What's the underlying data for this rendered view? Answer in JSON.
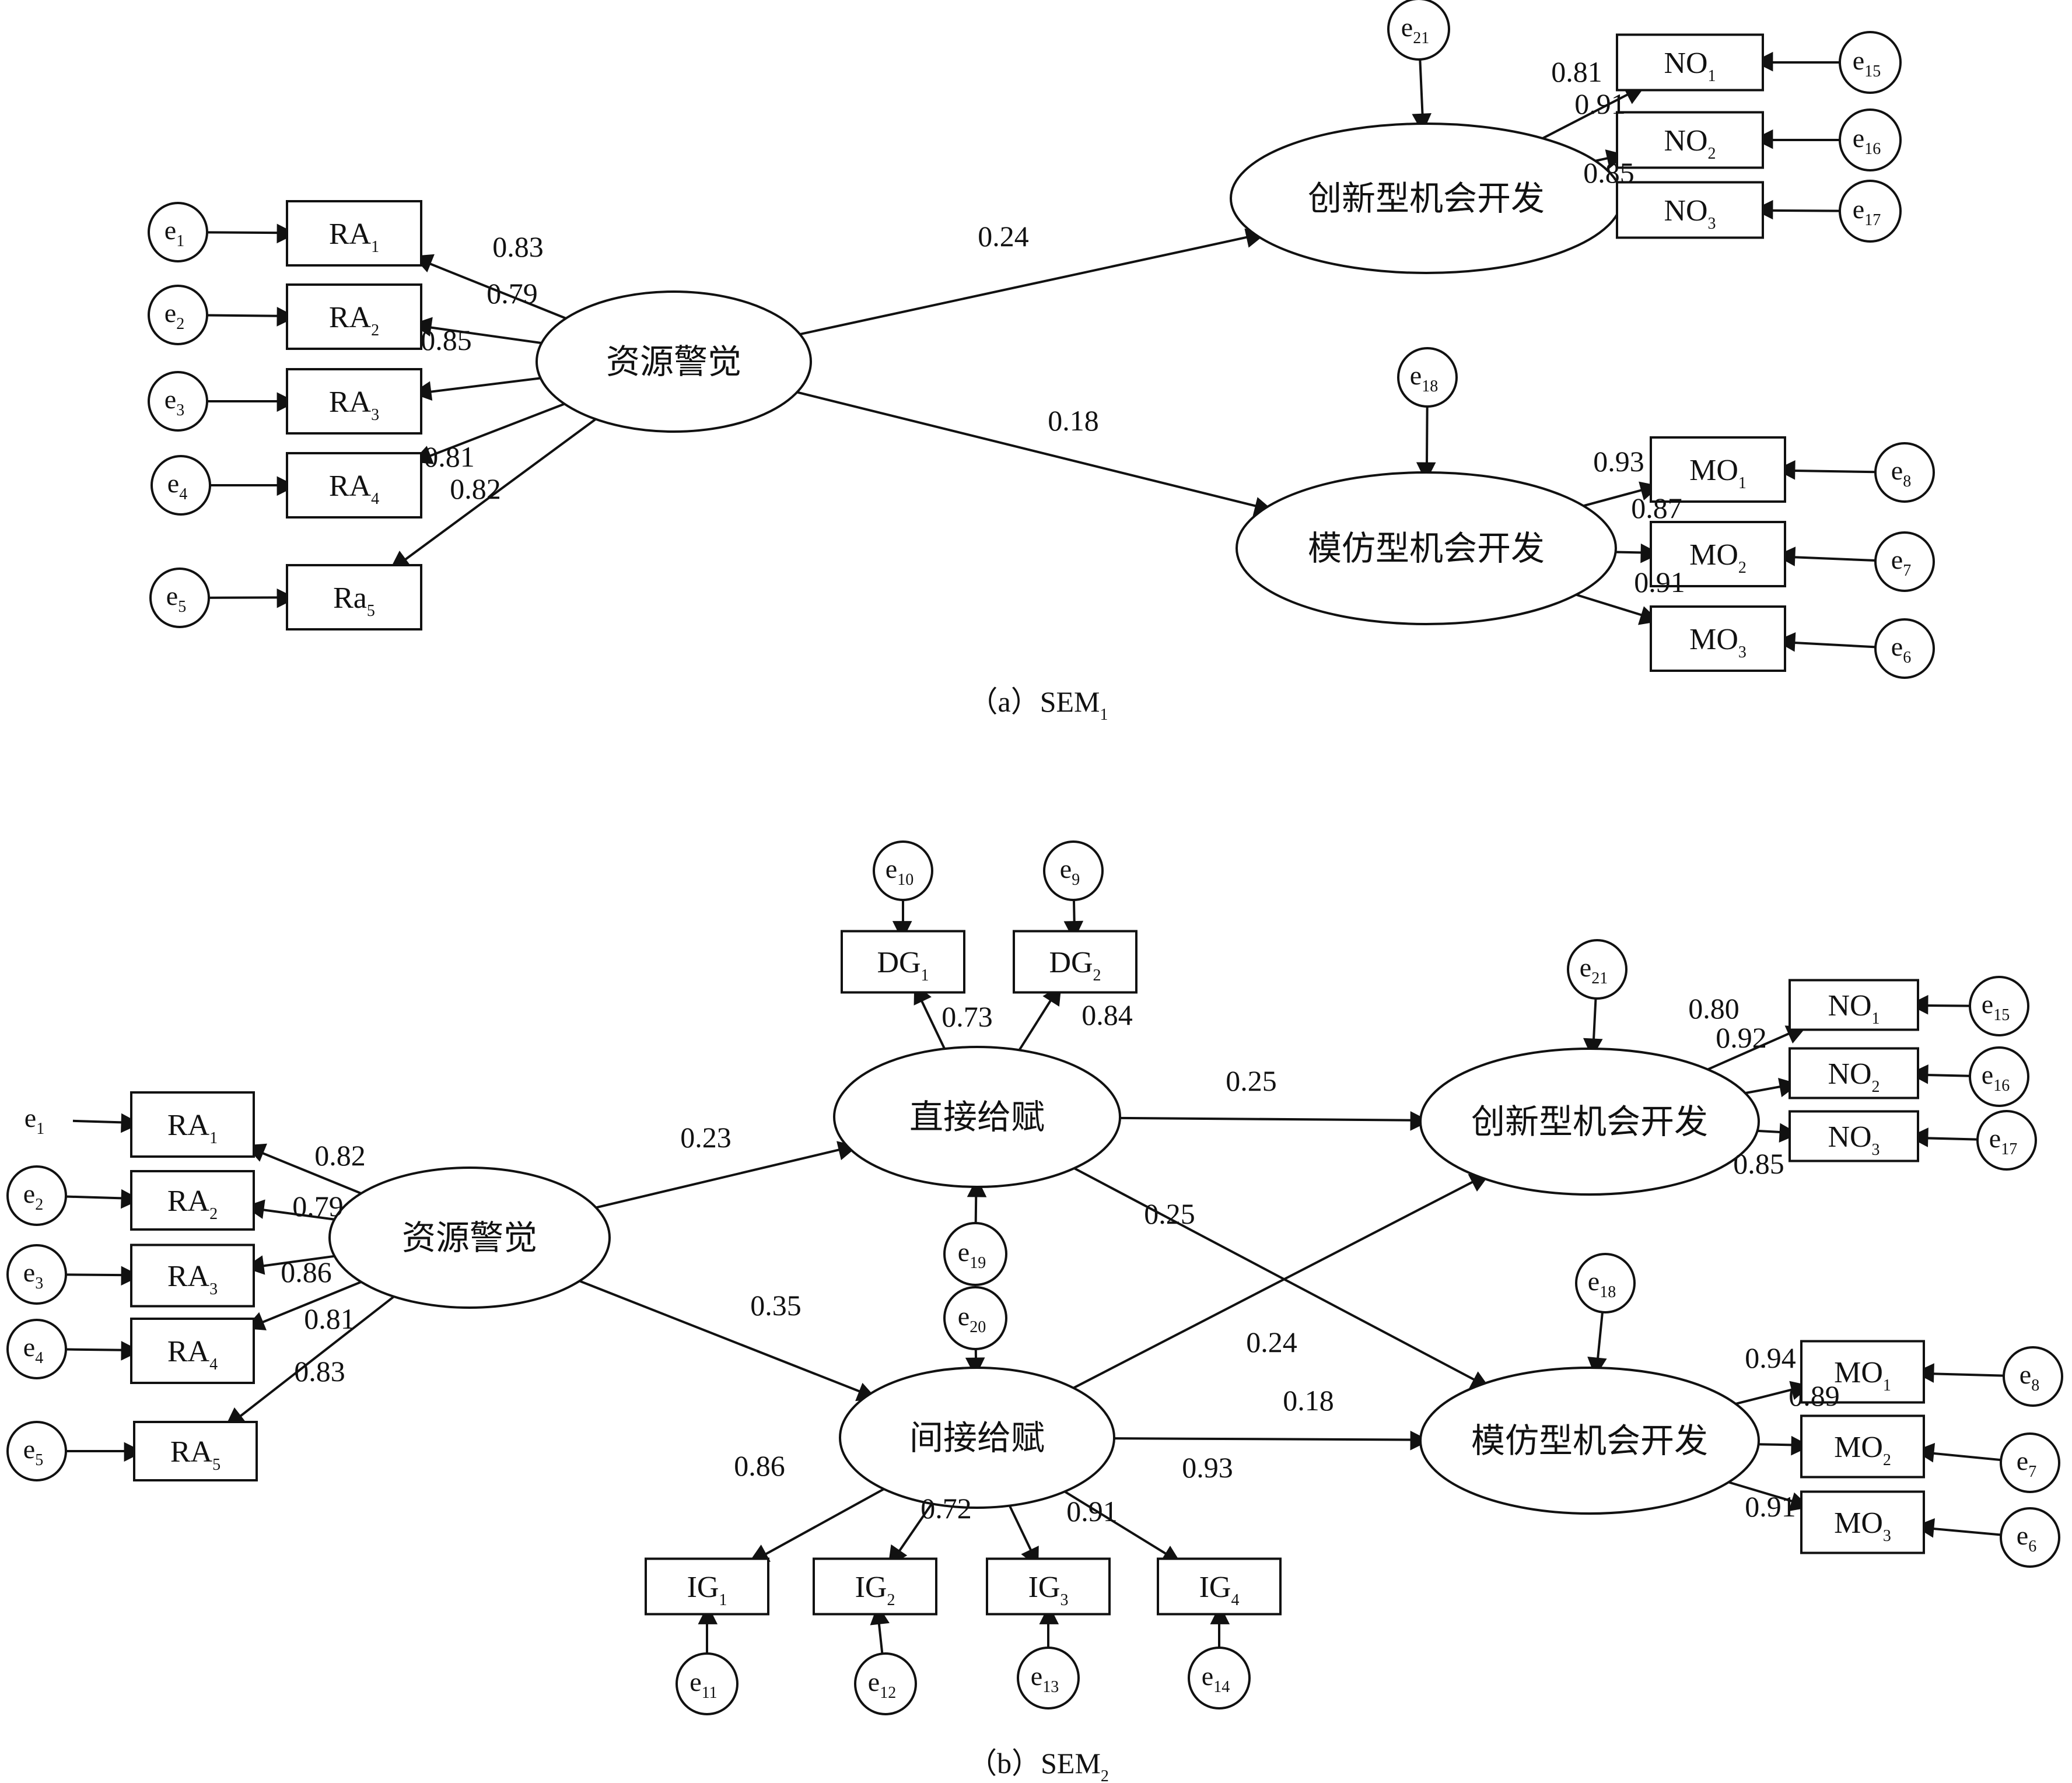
{
  "panels": [
    {
      "caption": {
        "prefix": "（a）SEM",
        "sub": "1"
      },
      "latents": {
        "RA": "资源警觉",
        "NO": "创新型机会开发",
        "MO": "模仿型机会开发"
      },
      "observed": {
        "RA1": {
          "base": "RA",
          "sub": "1"
        },
        "RA2": {
          "base": "RA",
          "sub": "2"
        },
        "RA3": {
          "base": "RA",
          "sub": "3"
        },
        "RA4": {
          "base": "RA",
          "sub": "4"
        },
        "RA5": {
          "base": "Ra",
          "sub": "5"
        },
        "NO1": {
          "base": "NO",
          "sub": "1"
        },
        "NO2": {
          "base": "NO",
          "sub": "2"
        },
        "NO3": {
          "base": "NO",
          "sub": "3"
        },
        "MO1": {
          "base": "MO",
          "sub": "1"
        },
        "MO2": {
          "base": "MO",
          "sub": "2"
        },
        "MO3": {
          "base": "MO",
          "sub": "3"
        }
      },
      "errors": {
        "e1": "1",
        "e2": "2",
        "e3": "3",
        "e4": "4",
        "e5": "5",
        "e15": "15",
        "e16": "16",
        "e17": "17",
        "e21": "21",
        "e18": "18",
        "e8": "8",
        "e7": "7",
        "e6": "6"
      },
      "coefficients": {
        "RA1": "0.83",
        "RA2": "0.79",
        "RA3": "0.85",
        "RA4": "0.81",
        "RA5": "0.82",
        "RA_NO": "0.24",
        "RA_MO": "0.18",
        "NO1": "0.81",
        "NO2": "0.91",
        "NO3": "0.85",
        "MO1": "0.93",
        "MO2": "0.87",
        "MO3": "0.91"
      }
    },
    {
      "caption": {
        "prefix": "（b）SEM",
        "sub": "2"
      },
      "latents": {
        "RA": "资源警觉",
        "DG": "直接给赋",
        "IG": "间接给赋",
        "NO": "创新型机会开发",
        "MO": "模仿型机会开发"
      },
      "observed": {
        "RA1": {
          "base": "RA",
          "sub": "1"
        },
        "RA2": {
          "base": "RA",
          "sub": "2"
        },
        "RA3": {
          "base": "RA",
          "sub": "3"
        },
        "RA4": {
          "base": "RA",
          "sub": "4"
        },
        "RA5": {
          "base": "RA",
          "sub": "5"
        },
        "DG1": {
          "base": "DG",
          "sub": "1"
        },
        "DG2": {
          "base": "DG",
          "sub": "2"
        },
        "IG1": {
          "base": "IG",
          "sub": "1"
        },
        "IG2": {
          "base": "IG",
          "sub": "2"
        },
        "IG3": {
          "base": "IG",
          "sub": "3"
        },
        "IG4": {
          "base": "IG",
          "sub": "4"
        },
        "NO1": {
          "base": "NO",
          "sub": "1"
        },
        "NO2": {
          "base": "NO",
          "sub": "2"
        },
        "NO3": {
          "base": "NO",
          "sub": "3"
        },
        "MO1": {
          "base": "MO",
          "sub": "1"
        },
        "MO2": {
          "base": "MO",
          "sub": "2"
        },
        "MO3": {
          "base": "MO",
          "sub": "3"
        }
      },
      "errors": {
        "e1": "1",
        "e2": "2",
        "e3": "3",
        "e4": "4",
        "e5": "5",
        "e10": "10",
        "e9": "9",
        "e19": "19",
        "e20": "20",
        "e11": "11",
        "e12": "12",
        "e13": "13",
        "e14": "14",
        "e21": "21",
        "e15": "15",
        "e16": "16",
        "e17": "17",
        "e18": "18",
        "e8": "8",
        "e7": "7",
        "e6": "6"
      },
      "coefficients": {
        "RA1": "0.82",
        "RA2": "0.79",
        "RA3": "0.86",
        "RA4": "0.81",
        "RA5": "0.83",
        "RA_DG": "0.23",
        "RA_IG": "0.35",
        "DG1": "0.73",
        "DG2": "0.84",
        "DG_NO": "0.25",
        "DG_MO": "0.25",
        "IG_NO": "0.24",
        "IG_MO": "0.18",
        "IG1": "0.86",
        "IG2": "0.72",
        "IG3": "0.91",
        "IG4": "0.93",
        "NO1": "0.80",
        "NO2": "0.92",
        "NO3": "0.85",
        "MO1": "0.94",
        "MO2": "0.89",
        "MO3": "0.91"
      }
    }
  ]
}
